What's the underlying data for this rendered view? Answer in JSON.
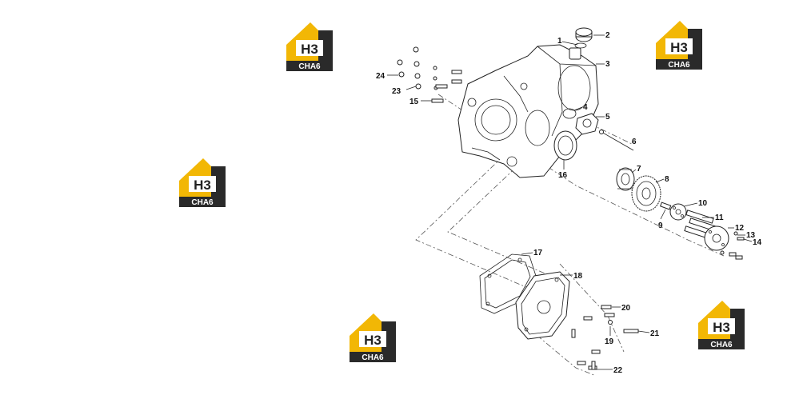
{
  "logo": {
    "letters": "H3",
    "caption": "CHA6",
    "accent": "#F2B705",
    "dark": "#222222"
  },
  "callouts": {
    "c1": "1",
    "c2": "2",
    "c3": "3",
    "c4": "4",
    "c5": "5",
    "c6": "6",
    "c7": "7",
    "c8": "8",
    "c9": "9",
    "c10": "10",
    "c11": "11",
    "c12": "12",
    "c13": "13",
    "c14": "14",
    "c15": "15",
    "c16": "16",
    "c17": "17",
    "c18": "18",
    "c19": "19",
    "c20": "20",
    "c21": "21",
    "c22": "22",
    "c23": "23",
    "c24": "24"
  }
}
